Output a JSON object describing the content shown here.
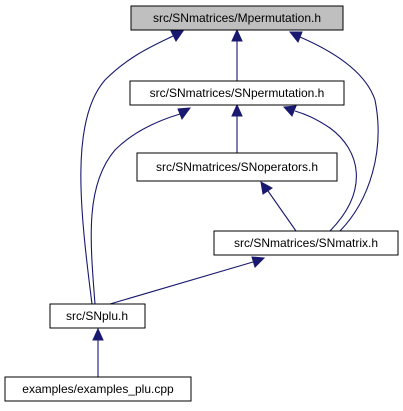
{
  "diagram": {
    "nodes": [
      {
        "id": "mpermutation",
        "label": "src/SNmatrices/Mpermutation.h",
        "highlight": true
      },
      {
        "id": "snpermutation",
        "label": "src/SNmatrices/SNpermutation.h",
        "highlight": false
      },
      {
        "id": "snoperators",
        "label": "src/SNmatrices/SNoperators.h",
        "highlight": false
      },
      {
        "id": "snmatrix",
        "label": "src/SNmatrices/SNmatrix.h",
        "highlight": false
      },
      {
        "id": "snplu",
        "label": "src/SNplu.h",
        "highlight": false
      },
      {
        "id": "examples",
        "label": "examples/examples_plu.cpp",
        "highlight": false
      }
    ],
    "edges": [
      {
        "from": "snpermutation",
        "to": "mpermutation"
      },
      {
        "from": "snplu",
        "to": "mpermutation"
      },
      {
        "from": "snmatrix",
        "to": "mpermutation"
      },
      {
        "from": "snoperators",
        "to": "snpermutation"
      },
      {
        "from": "snplu",
        "to": "snpermutation"
      },
      {
        "from": "snmatrix",
        "to": "snpermutation"
      },
      {
        "from": "snmatrix",
        "to": "snoperators"
      },
      {
        "from": "snplu",
        "to": "snmatrix"
      },
      {
        "from": "examples",
        "to": "snplu"
      }
    ],
    "colors": {
      "edge": "#191970",
      "highlight_fill": "#bfbfbf",
      "node_fill": "#ffffff",
      "border": "#000000"
    }
  }
}
